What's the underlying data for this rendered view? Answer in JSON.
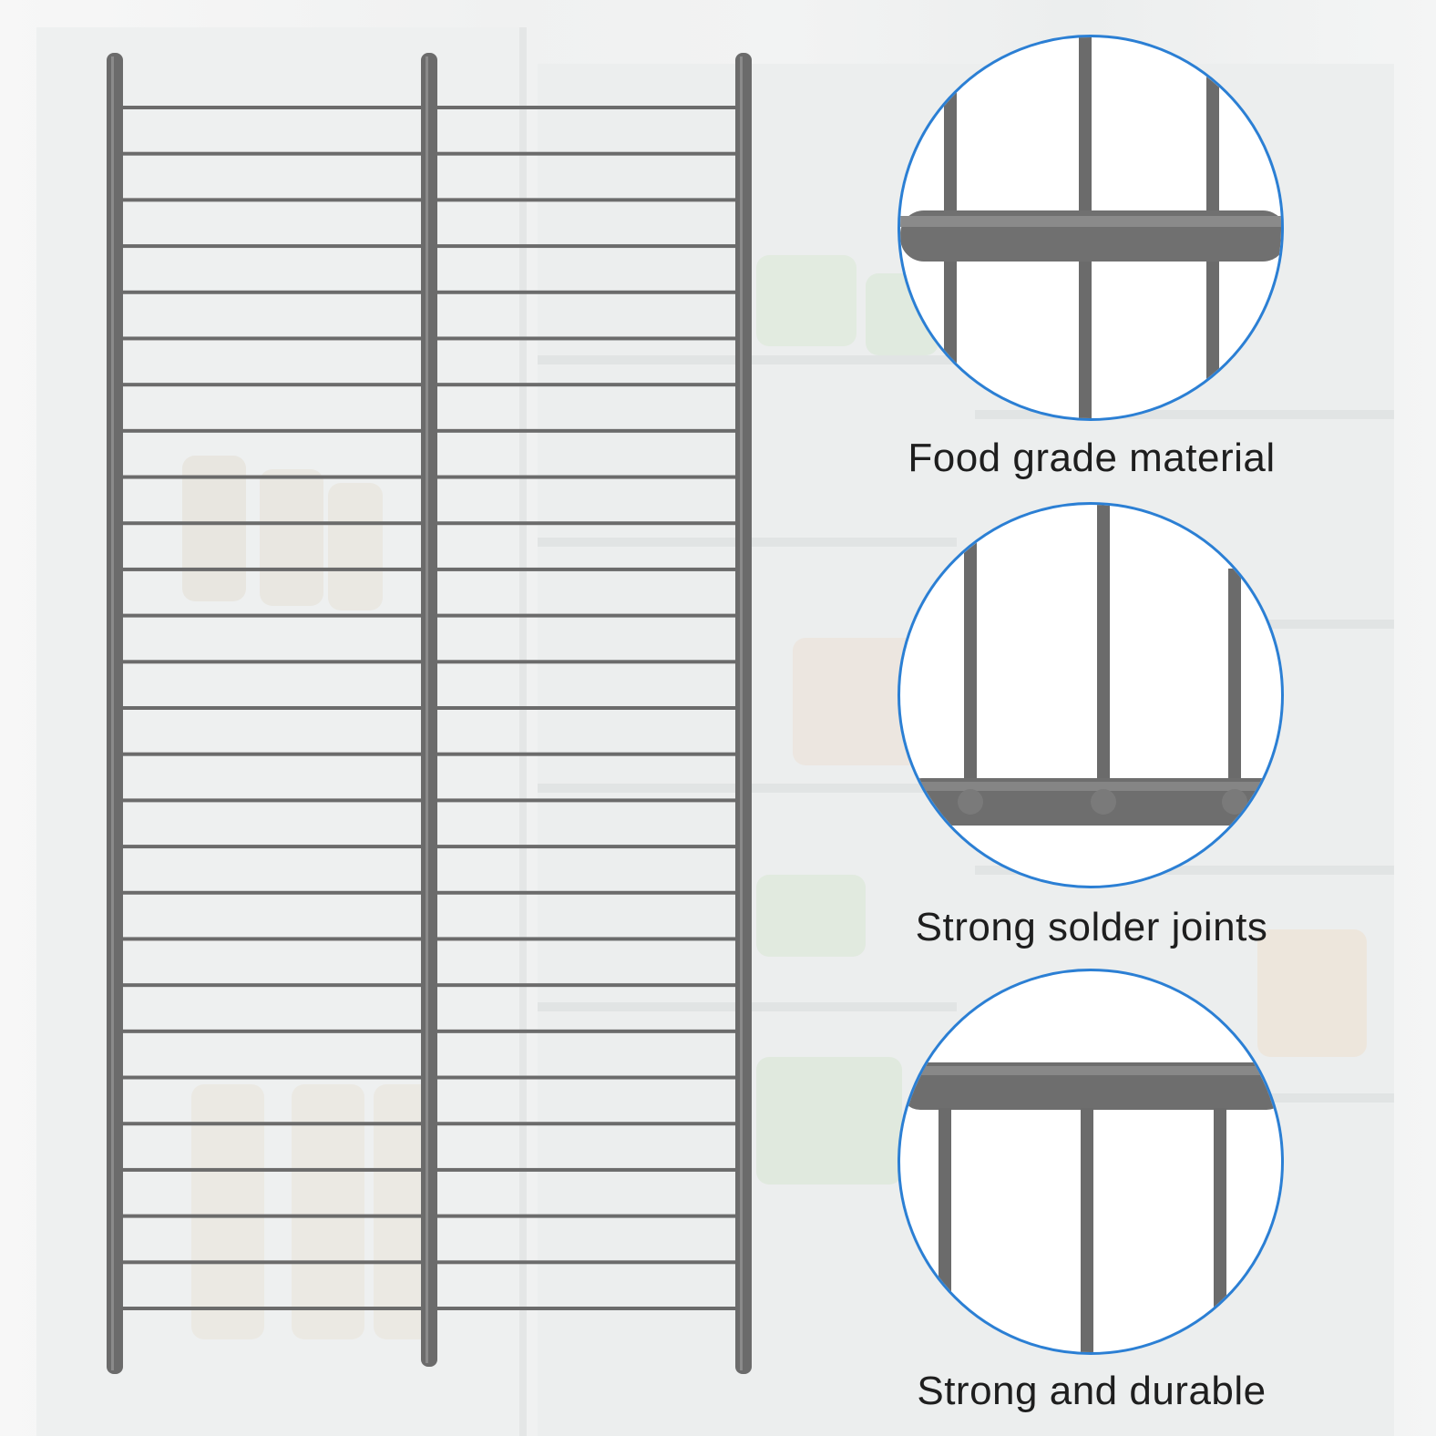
{
  "features": [
    {
      "id": "food-grade",
      "label": "Food grade material",
      "icon": "cross-bar-closeup"
    },
    {
      "id": "solder",
      "label": "Strong solder joints",
      "icon": "solder-joint-closeup"
    },
    {
      "id": "durable",
      "label": "Strong and durable",
      "icon": "top-bar-closeup"
    }
  ],
  "colors": {
    "wire": "#6b6b6b",
    "ring": "#2b7fd4",
    "caption": "#1e1e1e"
  }
}
